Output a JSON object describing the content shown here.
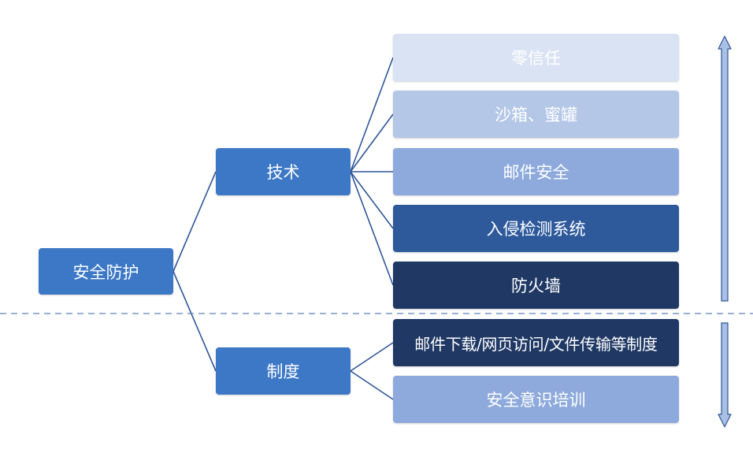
{
  "root": {
    "label": "安全防护",
    "color": "#3D78C7"
  },
  "branches": [
    {
      "label": "技术",
      "color": "#3D78C7",
      "leaves": [
        {
          "label": "零信任",
          "color": "#DAE3F3"
        },
        {
          "label": "沙箱、蜜罐",
          "color": "#B4C7E7"
        },
        {
          "label": "邮件安全",
          "color": "#8EAADC"
        },
        {
          "label": "入侵检测系统",
          "color": "#2E5A9C"
        },
        {
          "label": "防火墙",
          "color": "#1F3864"
        }
      ]
    },
    {
      "label": "制度",
      "color": "#3D78C7",
      "leaves": [
        {
          "label": "邮件下载/网页访问/文件传输等制度",
          "color": "#1F3864"
        },
        {
          "label": "安全意识培训",
          "color": "#8EAADC"
        }
      ]
    }
  ],
  "style": {
    "connector_color": "#2F5597",
    "divider_color": "#5B82B8",
    "arrow_fill": "#A9BFE3",
    "arrow_stroke": "#2F5597"
  }
}
